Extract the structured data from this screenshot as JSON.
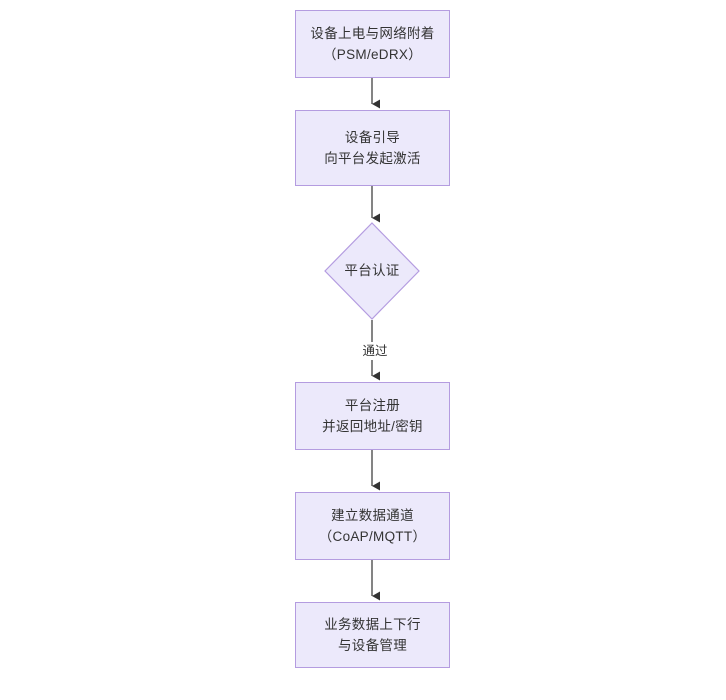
{
  "diagram": {
    "type": "flowchart",
    "orientation": "top-to-bottom",
    "background_color": "#ffffff",
    "node_fill_color": "#ece9fb",
    "node_border_color": "#b49ce0",
    "text_color": "#333333",
    "connector_color": "#333333",
    "nodes": [
      {
        "id": "n1",
        "shape": "rectangle",
        "lines": [
          "设备上电与网络附着",
          "（PSM/eDRX）"
        ]
      },
      {
        "id": "n2",
        "shape": "rectangle",
        "lines": [
          "设备引导",
          "向平台发起激活"
        ]
      },
      {
        "id": "n3",
        "shape": "diamond",
        "lines": [
          "平台认证"
        ]
      },
      {
        "id": "n4",
        "shape": "rectangle",
        "lines": [
          "平台注册",
          "并返回地址/密钥"
        ]
      },
      {
        "id": "n5",
        "shape": "rectangle",
        "lines": [
          "建立数据通道",
          "（CoAP/MQTT）"
        ]
      },
      {
        "id": "n6",
        "shape": "rectangle",
        "lines": [
          "业务数据上下行",
          "与设备管理"
        ]
      }
    ],
    "edges": [
      {
        "from": "n1",
        "to": "n2",
        "label": ""
      },
      {
        "from": "n2",
        "to": "n3",
        "label": ""
      },
      {
        "from": "n3",
        "to": "n4",
        "label": "通过"
      },
      {
        "from": "n4",
        "to": "n5",
        "label": ""
      },
      {
        "from": "n5",
        "to": "n6",
        "label": ""
      }
    ]
  }
}
